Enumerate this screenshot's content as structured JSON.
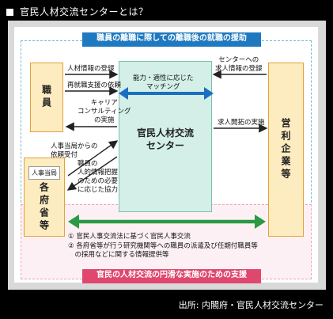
{
  "title": "官民人材交流センターとは？",
  "top_band": "職員の離職に際しての離職後の就職の援助",
  "bottom_band": "官民の人材交流の円滑な実施のための支援",
  "actors": {
    "left_top": "職員",
    "left_bottom": "各府省等",
    "left_bottom_sub": "人事当局",
    "center": "官民人材交流センター",
    "right": "営利企業等"
  },
  "labels": {
    "jinzai_toroku": "人材情報の登録",
    "sai_shushoku": "再就職支援の依頼",
    "career_consulting": "キャリア\nコンサルティング\nの実施",
    "matching": "能力・適性に応じた\nマッチング",
    "center_kyujin": "センターへの\n求人情報の登録",
    "kyujin_kaitaku": "求人開拓の実施",
    "jinji_irai": "人事当局からの\n依頼受付",
    "jinteki_kyoryoku": "職員の\n人的情報把握\nのための必要\nに応じた協力",
    "note1": "① 官民人事交流法に基づく官民人事交流",
    "note2": "② 各府省等が行う研究機関等への職員の派遣及び任期付職員等\n　の採用などに関する情報提供等"
  },
  "source": "出所: 内閣府・官民人材交流センター"
}
